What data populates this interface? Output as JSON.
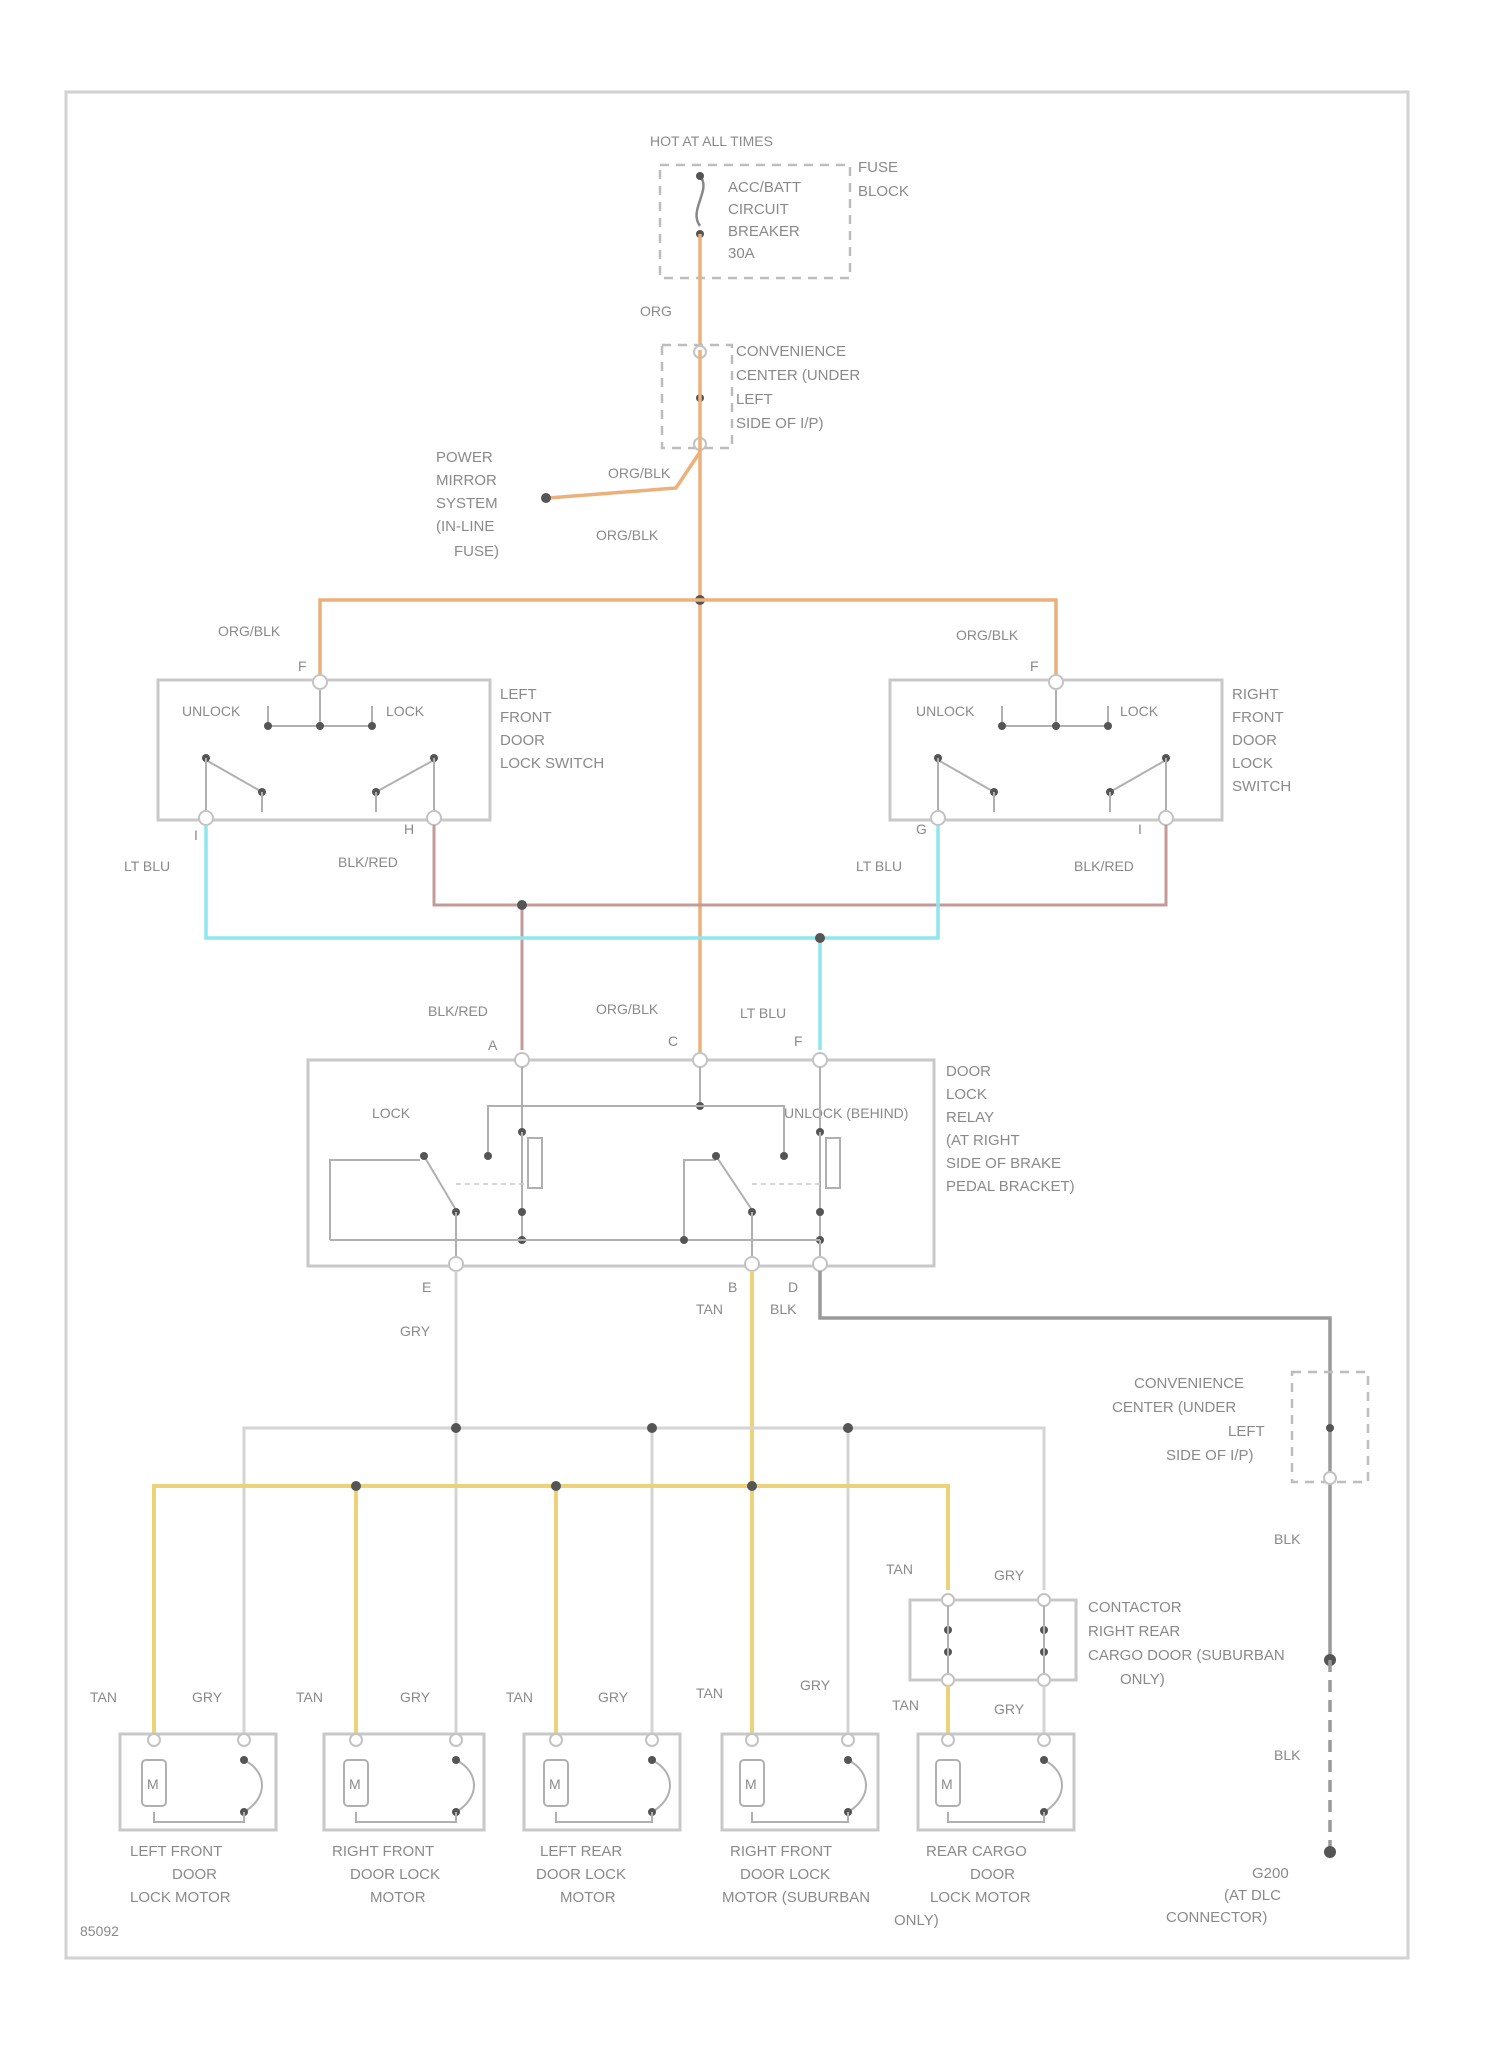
{
  "diagram_id": "85092",
  "fuse_block": {
    "hot_label": "HOT AT ALL TIMES",
    "breaker_lines": [
      "ACC/BATT",
      "CIRCUIT",
      "BREAKER",
      "30A"
    ],
    "block_lines": [
      "FUSE",
      "BLOCK"
    ]
  },
  "convenience_center_top": {
    "lines": [
      "CONVENIENCE",
      "CENTER (UNDER",
      "LEFT",
      "SIDE OF I/P)"
    ]
  },
  "power_mirror": {
    "lines": [
      "POWER",
      "MIRROR",
      "SYSTEM",
      "(IN-LINE",
      "FUSE)"
    ]
  },
  "left_switch": {
    "lines": [
      "LEFT",
      "FRONT",
      "DOOR",
      "LOCK SWITCH"
    ],
    "unlock": "UNLOCK",
    "lock": "LOCK",
    "pin_top": "F",
    "pin_left": "I",
    "pin_right": "H"
  },
  "right_switch": {
    "lines": [
      "RIGHT",
      "FRONT",
      "DOOR",
      "LOCK",
      "SWITCH"
    ],
    "unlock": "UNLOCK",
    "lock": "LOCK",
    "pin_top": "F",
    "pin_left": "G",
    "pin_right": "I"
  },
  "relay": {
    "lines": [
      "DOOR",
      "LOCK",
      "RELAY",
      "(AT RIGHT",
      "SIDE OF BRAKE",
      "PEDAL BRACKET)"
    ],
    "lock": "LOCK",
    "unlock": "UNLOCK (BEHIND)",
    "pins_top": [
      "A",
      "C",
      "F"
    ],
    "pins_bottom": [
      "E",
      "B",
      "D"
    ]
  },
  "convenience_center_bottom": {
    "lines": [
      "CONVENIENCE",
      "CENTER (UNDER",
      "LEFT",
      "SIDE OF I/P)"
    ]
  },
  "contactor": {
    "lines": [
      "CONTACTOR",
      "RIGHT REAR",
      "CARGO DOOR (SUBURBAN",
      "ONLY)"
    ]
  },
  "ground": {
    "lines": [
      "G200",
      "(AT DLC",
      "CONNECTOR)"
    ]
  },
  "wires": {
    "org": "ORG",
    "org_blk": "ORG/BLK",
    "lt_blu": "LT BLU",
    "blk_red": "BLK/RED",
    "gry": "GRY",
    "tan": "TAN",
    "blk": "BLK"
  },
  "motors": [
    {
      "lines": [
        "LEFT FRONT",
        "DOOR",
        "LOCK MOTOR"
      ]
    },
    {
      "lines": [
        "RIGHT FRONT",
        "DOOR LOCK",
        "MOTOR"
      ]
    },
    {
      "lines": [
        "LEFT REAR",
        "DOOR LOCK",
        "MOTOR"
      ]
    },
    {
      "lines": [
        "RIGHT FRONT",
        "DOOR LOCK",
        "MOTOR (SUBURBAN",
        "ONLY)"
      ]
    },
    {
      "lines": [
        "REAR CARGO",
        "DOOR",
        "LOCK MOTOR"
      ]
    }
  ],
  "motor_symbol": "M",
  "colors": {
    "org": "#ecb07a",
    "lt_blu": "#8fe6ee",
    "blk_red": "#c49a98",
    "gry": "#d4d4d4",
    "tan": "#ecd37a",
    "blk": "#9a9a9a"
  }
}
